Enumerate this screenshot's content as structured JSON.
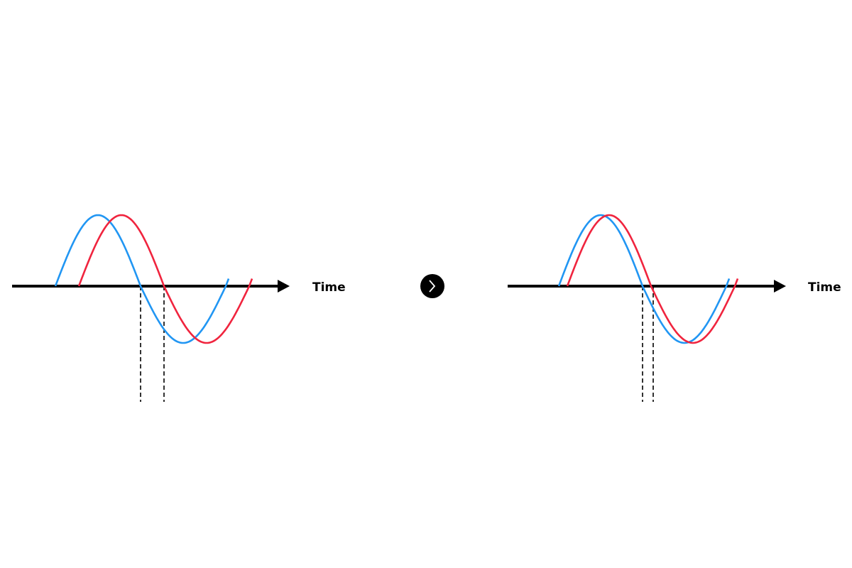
{
  "left_panel": {
    "axis_label": "Time",
    "phase_offset": "large"
  },
  "right_panel": {
    "axis_label": "Time",
    "phase_offset": "small"
  },
  "next_button": {
    "icon": "chevron-right-icon"
  },
  "colors": {
    "wave_a": "#2196f3",
    "wave_b": "#f0243e",
    "axis": "#000000"
  }
}
